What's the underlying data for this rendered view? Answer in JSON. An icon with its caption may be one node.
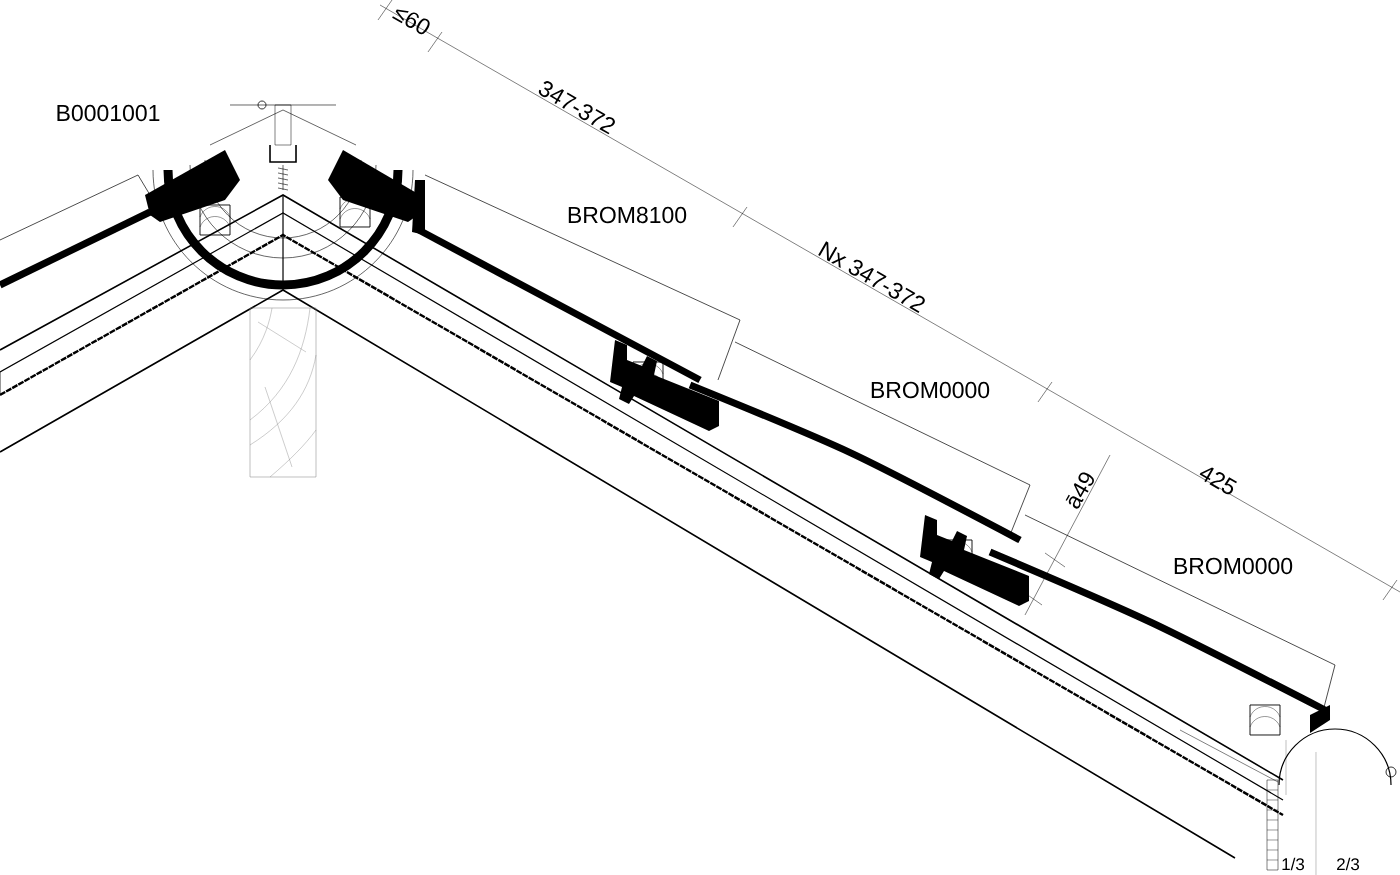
{
  "diagram": {
    "labels": [
      "B0001001",
      "≤60",
      "347-372",
      "BROM8100",
      "Nx 347-372",
      "BROM0000",
      "425",
      "ā49",
      "BROM0000",
      "1/3",
      "2/3"
    ]
  }
}
